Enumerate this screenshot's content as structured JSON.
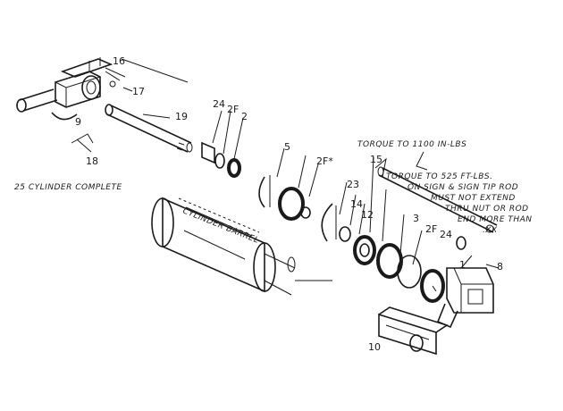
{
  "diagram": {
    "title": "",
    "background": "#ffffff",
    "ink_color": "#1a1a1a",
    "callouts": [
      {
        "id": "c16",
        "text": "16"
      },
      {
        "id": "c17",
        "text": "17"
      },
      {
        "id": "c19",
        "text": "19"
      },
      {
        "id": "c9",
        "text": "9"
      },
      {
        "id": "c18",
        "text": "18"
      },
      {
        "id": "c24a",
        "text": "24"
      },
      {
        "id": "c2f",
        "text": "2F"
      },
      {
        "id": "c2",
        "text": "2"
      },
      {
        "id": "c5",
        "text": "5"
      },
      {
        "id": "c2fstar",
        "text": "2F*"
      },
      {
        "id": "c15",
        "text": "15"
      },
      {
        "id": "c23",
        "text": "23"
      },
      {
        "id": "c14",
        "text": "14"
      },
      {
        "id": "c12",
        "text": "12"
      },
      {
        "id": "c3",
        "text": "3"
      },
      {
        "id": "c2fb",
        "text": "2F"
      },
      {
        "id": "c24b",
        "text": "24"
      },
      {
        "id": "c1",
        "text": "1"
      },
      {
        "id": "c8",
        "text": "8"
      },
      {
        "id": "c10",
        "text": "10"
      }
    ],
    "notes": {
      "assembly_label": "25 CYLINDER COMPLETE",
      "torque_top": "TORQUE TO 1100 IN-LBS",
      "torque_rod_1": "TORQUE TO 525 FT-LBS.",
      "torque_rod_2": "ON SIGN & SIGN TIP ROD",
      "torque_rod_3": "MUST NOT EXTEND",
      "torque_rod_4": "THRU NUT OR ROD",
      "torque_rod_5": "END MORE THAN",
      "torque_rod_6": ".XX",
      "cylinder_side_text": "CYLINDER BARREL"
    }
  }
}
